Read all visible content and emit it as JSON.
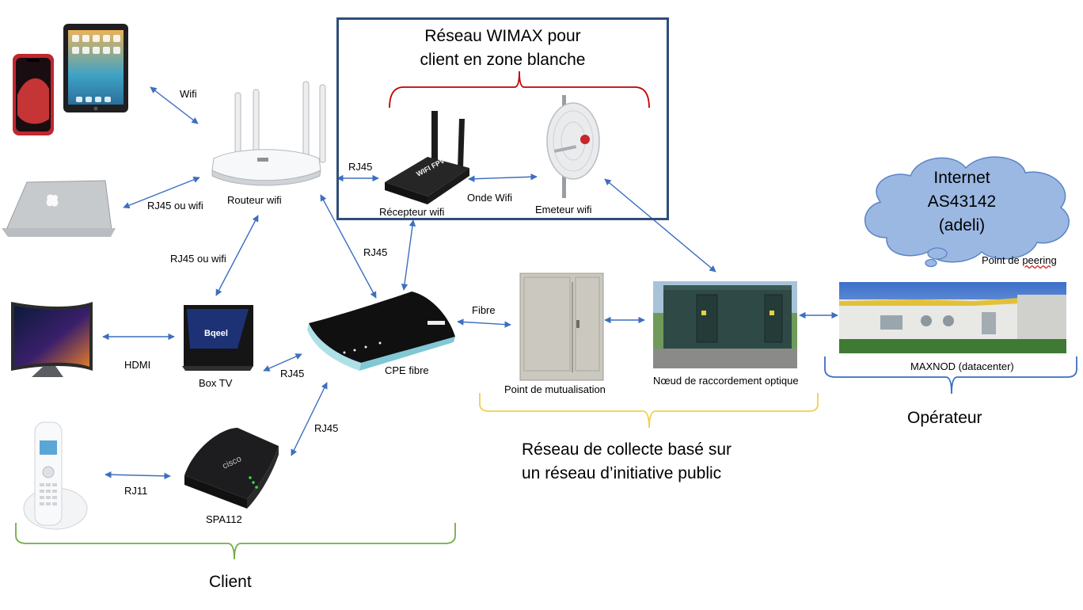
{
  "wimax_title_line1": "Réseau WIMAX pour",
  "wimax_title_line2": "client en zone blanche",
  "cloud_line1": "Internet",
  "cloud_line2": "AS43142",
  "cloud_line3": "(adeli)",
  "labels": {
    "wifi": "Wifi",
    "rj45_ou_wifi_laptop": "RJ45 ou wifi",
    "routeur_wifi": "Routeur wifi",
    "rj45_router_receiver": "RJ45",
    "recepteur_wifi": "Récepteur wifi",
    "onde_wifi": "Onde Wifi",
    "emeteur_wifi": "Emeteur wifi",
    "rj45_ou_wifi_box": "RJ45 ou wifi",
    "rj45_router_cpe": "RJ45",
    "hdmi": "HDMI",
    "box_tv": "Box TV",
    "rj45_box_cpe": "RJ45",
    "cpe_fibre": "CPE fibre",
    "fibre": "Fibre",
    "rj45_spa_cpe": "RJ45",
    "rj11": "RJ11",
    "spa112": "SPA112",
    "point_de_mutualisation": "Point de mutualisation",
    "noeud": "Nœud de raccordement optique",
    "maxnod": "MAXNOD (datacenter)",
    "point_de_peering_a": "Point de ",
    "point_de_peering_b": "peering"
  },
  "groups": {
    "client": "Client",
    "collecte_line1": "Réseau de collecte basé sur",
    "collecte_line2": "un réseau d’initiative public",
    "operateur": "Opérateur"
  },
  "device_text": {
    "box_brand": "Bqeel",
    "spa_brand": "cisco",
    "receiver_brand": "WIFI FPV"
  },
  "colors": {
    "arrow": "#3c6fbf",
    "wimax_border": "#2f4d7a",
    "brace_red": "#c00000",
    "brace_yellow": "#f2d04a",
    "brace_green": "#70ad47",
    "brace_blue": "#3c6fbf",
    "cloud_fill": "#9bb8e3",
    "cloud_stroke": "#5b84c4"
  }
}
